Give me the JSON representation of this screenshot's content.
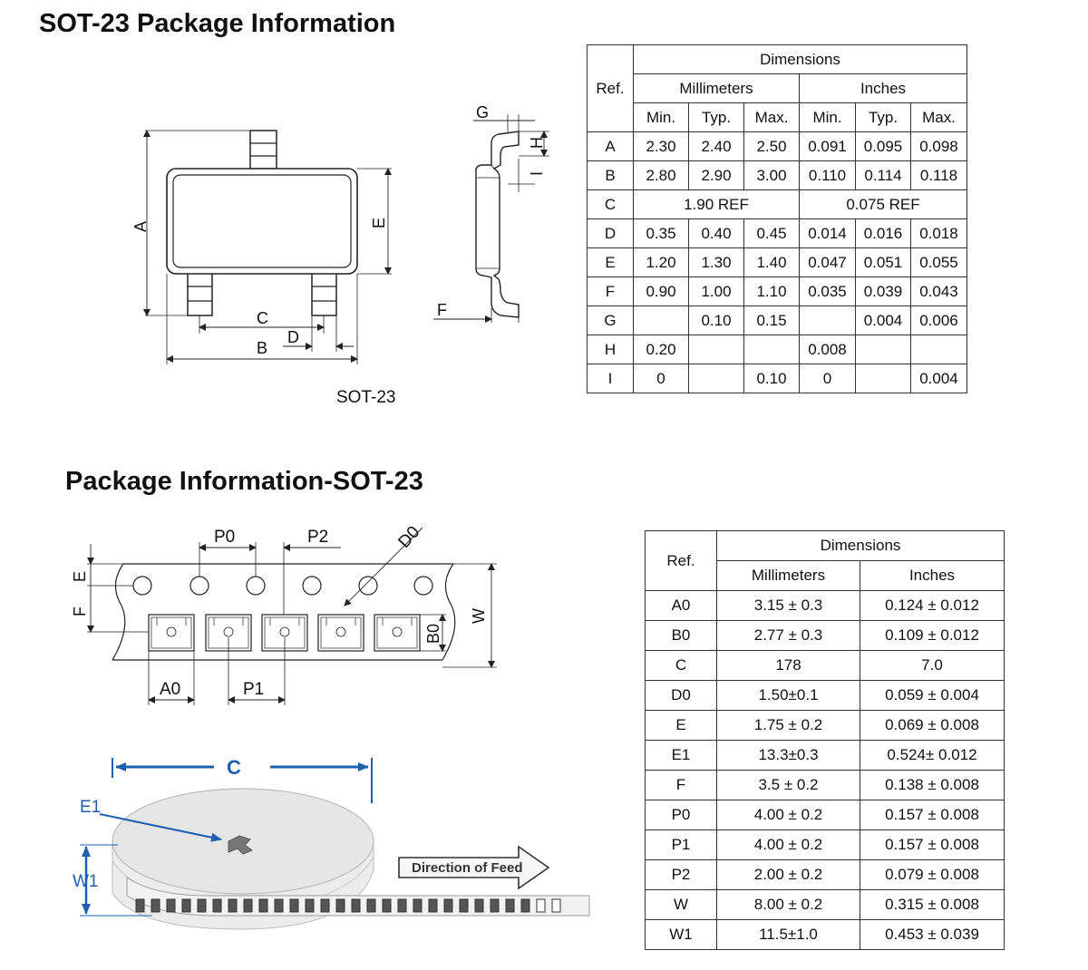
{
  "headings": {
    "package_info": "SOT-23 Package Information",
    "tape_info": "Package Information-SOT-23"
  },
  "drawing1": {
    "caption": "SOT-23",
    "labels": {
      "A": "A",
      "B": "B",
      "C": "C",
      "D": "D",
      "E": "E",
      "F": "F",
      "G": "G",
      "H": "H",
      "I": "I"
    }
  },
  "drawing2": {
    "labels": {
      "P0": "P0",
      "P2": "P2",
      "D0": "D0",
      "E": "E",
      "F": "F",
      "W": "W",
      "B0": "B0",
      "A0": "A0",
      "P1": "P1"
    }
  },
  "reel": {
    "labels": {
      "C": "C",
      "E1": "E1",
      "W1": "W1"
    },
    "feed_label": "Direction of Feed"
  },
  "table1": {
    "ref_header": "Ref.",
    "dim_header": "Dimensions",
    "units": [
      "Millimeters",
      "Inches"
    ],
    "sub": [
      "Min.",
      "Typ.",
      "Max.",
      "Min.",
      "Typ.",
      "Max."
    ],
    "rows": [
      {
        "ref": "A",
        "v": [
          "2.30",
          "2.40",
          "2.50",
          "0.091",
          "0.095",
          "0.098"
        ]
      },
      {
        "ref": "B",
        "v": [
          "2.80",
          "2.90",
          "3.00",
          "0.110",
          "0.114",
          "0.118"
        ]
      },
      {
        "ref": "C",
        "mm": "1.90 REF",
        "in": "0.075 REF"
      },
      {
        "ref": "D",
        "v": [
          "0.35",
          "0.40",
          "0.45",
          "0.014",
          "0.016",
          "0.018"
        ]
      },
      {
        "ref": "E",
        "v": [
          "1.20",
          "1.30",
          "1.40",
          "0.047",
          "0.051",
          "0.055"
        ]
      },
      {
        "ref": "F",
        "v": [
          "0.90",
          "1.00",
          "1.10",
          "0.035",
          "0.039",
          "0.043"
        ]
      },
      {
        "ref": "G",
        "v": [
          "",
          "0.10",
          "0.15",
          "",
          "0.004",
          "0.006"
        ]
      },
      {
        "ref": "H",
        "v": [
          "0.20",
          "",
          "",
          "0.008",
          "",
          ""
        ]
      },
      {
        "ref": "I",
        "v": [
          "0",
          "",
          "0.10",
          "0",
          "",
          "0.004"
        ]
      }
    ]
  },
  "table2": {
    "ref_header": "Ref.",
    "dim_header": "Dimensions",
    "units": [
      "Millimeters",
      "Inches"
    ],
    "rows": [
      {
        "ref": "A0",
        "mm": "3.15 ± 0.3",
        "in": "0.124 ± 0.012"
      },
      {
        "ref": "B0",
        "mm": "2.77 ± 0.3",
        "in": "0.109 ± 0.012"
      },
      {
        "ref": "C",
        "mm": "178",
        "in": "7.0"
      },
      {
        "ref": "D0",
        "mm": "1.50±0.1",
        "in": "0.059 ± 0.004"
      },
      {
        "ref": "E",
        "mm": "1.75 ± 0.2",
        "in": "0.069 ± 0.008"
      },
      {
        "ref": "E1",
        "mm": "13.3±0.3",
        "in": "0.524± 0.012"
      },
      {
        "ref": "F",
        "mm": "3.5 ± 0.2",
        "in": "0.138 ± 0.008"
      },
      {
        "ref": "P0",
        "mm": "4.00 ± 0.2",
        "in": "0.157 ± 0.008"
      },
      {
        "ref": "P1",
        "mm": "4.00 ± 0.2",
        "in": "0.157 ± 0.008"
      },
      {
        "ref": "P2",
        "mm": "2.00 ± 0.2",
        "in": "0.079 ± 0.008"
      },
      {
        "ref": "W",
        "mm": "8.00 ± 0.2",
        "in": "0.315 ± 0.008"
      },
      {
        "ref": "W1",
        "mm": "11.5±1.0",
        "in": "0.453 ± 0.039"
      }
    ]
  },
  "colors": {
    "text": "#111111",
    "line": "#333333",
    "reel_arrow": "#1f5fb0"
  }
}
